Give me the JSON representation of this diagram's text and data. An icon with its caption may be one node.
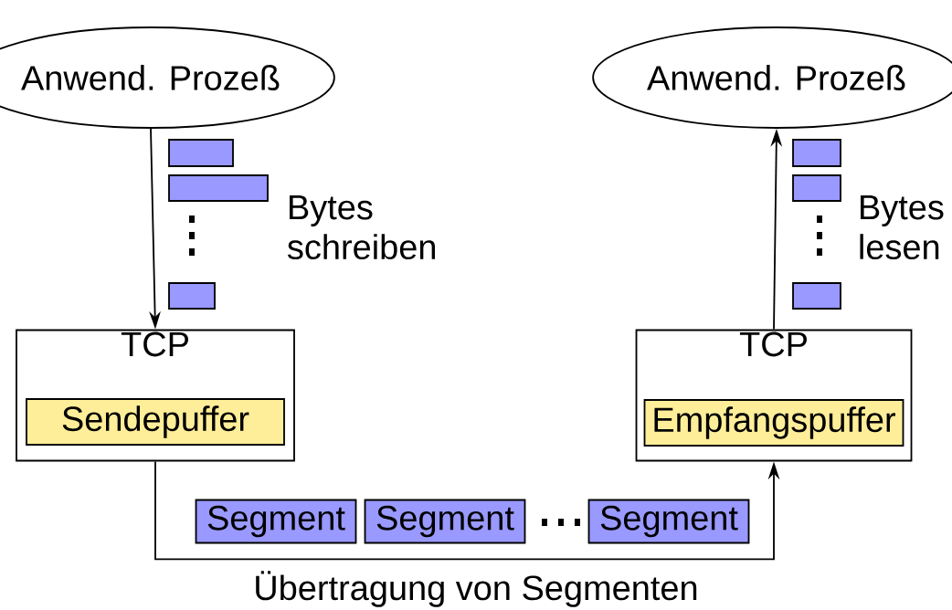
{
  "diagram": {
    "nodes": [
      {
        "text": [
          "Anwend. Prozeß"
        ]
      },
      {
        "text": [
          "Anwend. Prozeß"
        ]
      },
      {
        "text": [
          "TCP"
        ]
      },
      {
        "text": [
          "Sendepuffer"
        ],
        "in": 2
      },
      {
        "text": [
          "TCP"
        ]
      },
      {
        "text": [
          "Empfangspuffer"
        ],
        "in": 4
      },
      {
        "text": [
          "Segment"
        ]
      },
      {
        "text": [
          "Segment"
        ]
      },
      {
        "text": [
          "Segment"
        ]
      }
    ],
    "edges": [
      {
        "from": 0,
        "to": 2,
        "arrow": "to"
      },
      {
        "from": 4,
        "to": 1,
        "arrow": "to"
      },
      {
        "from": 2,
        "to": 4,
        "arrow": "to"
      }
    ],
    "labels": [
      "Bytes schreiben",
      "Bytes lesen",
      "Übertragung von Segmenten"
    ]
  }
}
